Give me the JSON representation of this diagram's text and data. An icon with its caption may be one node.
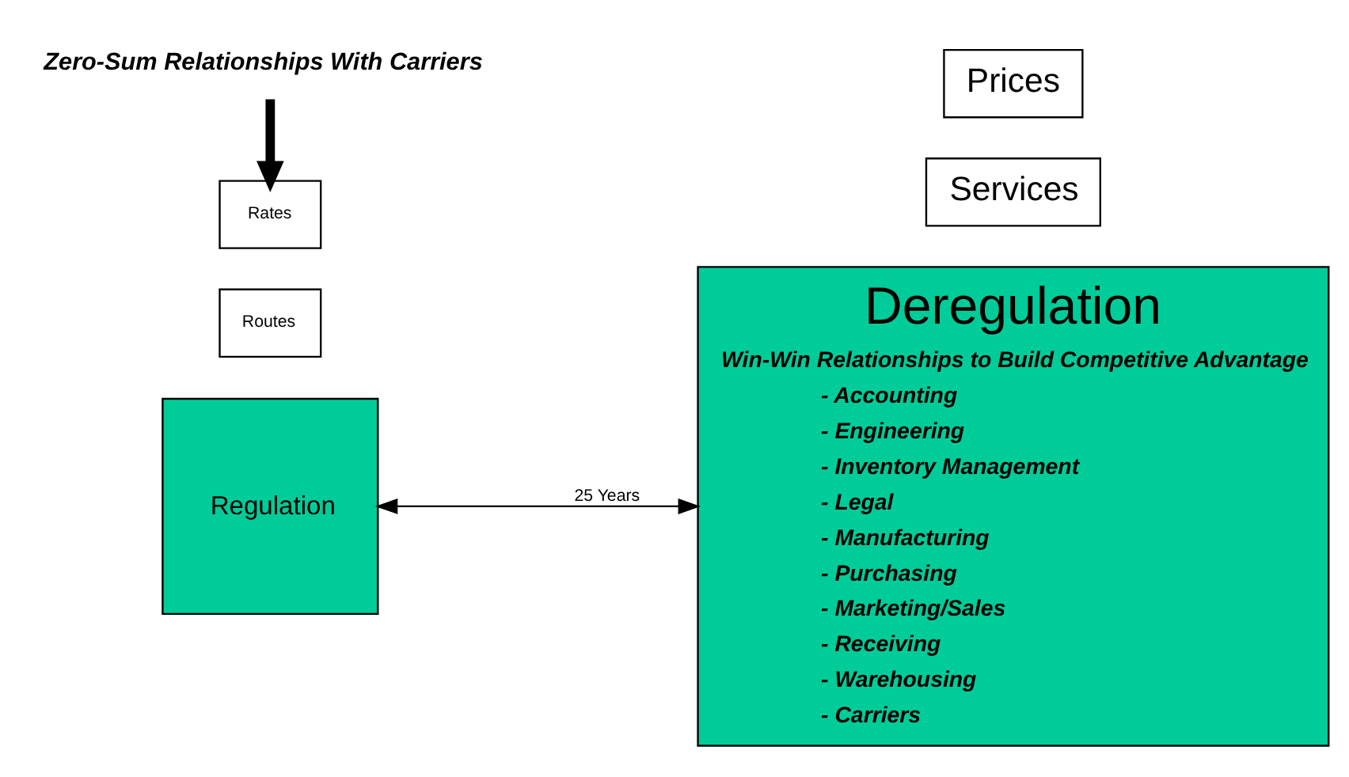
{
  "diagram": {
    "nodes": [
      {
        "text": [
          "Regulation"
        ]
      },
      {
        "text": [
          "Routes"
        ]
      },
      {
        "text": [
          "Rates"
        ]
      },
      {
        "text": [
          "Deregulation",
          "Win-Win Relationships to Build Competitive Advantage",
          "- Accounting",
          "- Engineering",
          "- Inventory Management",
          "- Legal",
          "- Manufacturing",
          "- Purchasing",
          "- Marketing/Sales",
          "- Receiving",
          "- Warehousing",
          "- Carriers"
        ]
      },
      {
        "text": [
          "Services"
        ]
      },
      {
        "text": [
          "Prices"
        ]
      },
      {
        "text": [
          "Zero-Sum Relationships With Carriers"
        ]
      }
    ],
    "edges": [
      {
        "from": 0,
        "to": 3,
        "arrow": "both",
        "label": "25 Years"
      },
      {
        "from": 6,
        "to": 2,
        "arrow": "to",
        "style": "thick"
      }
    ]
  }
}
